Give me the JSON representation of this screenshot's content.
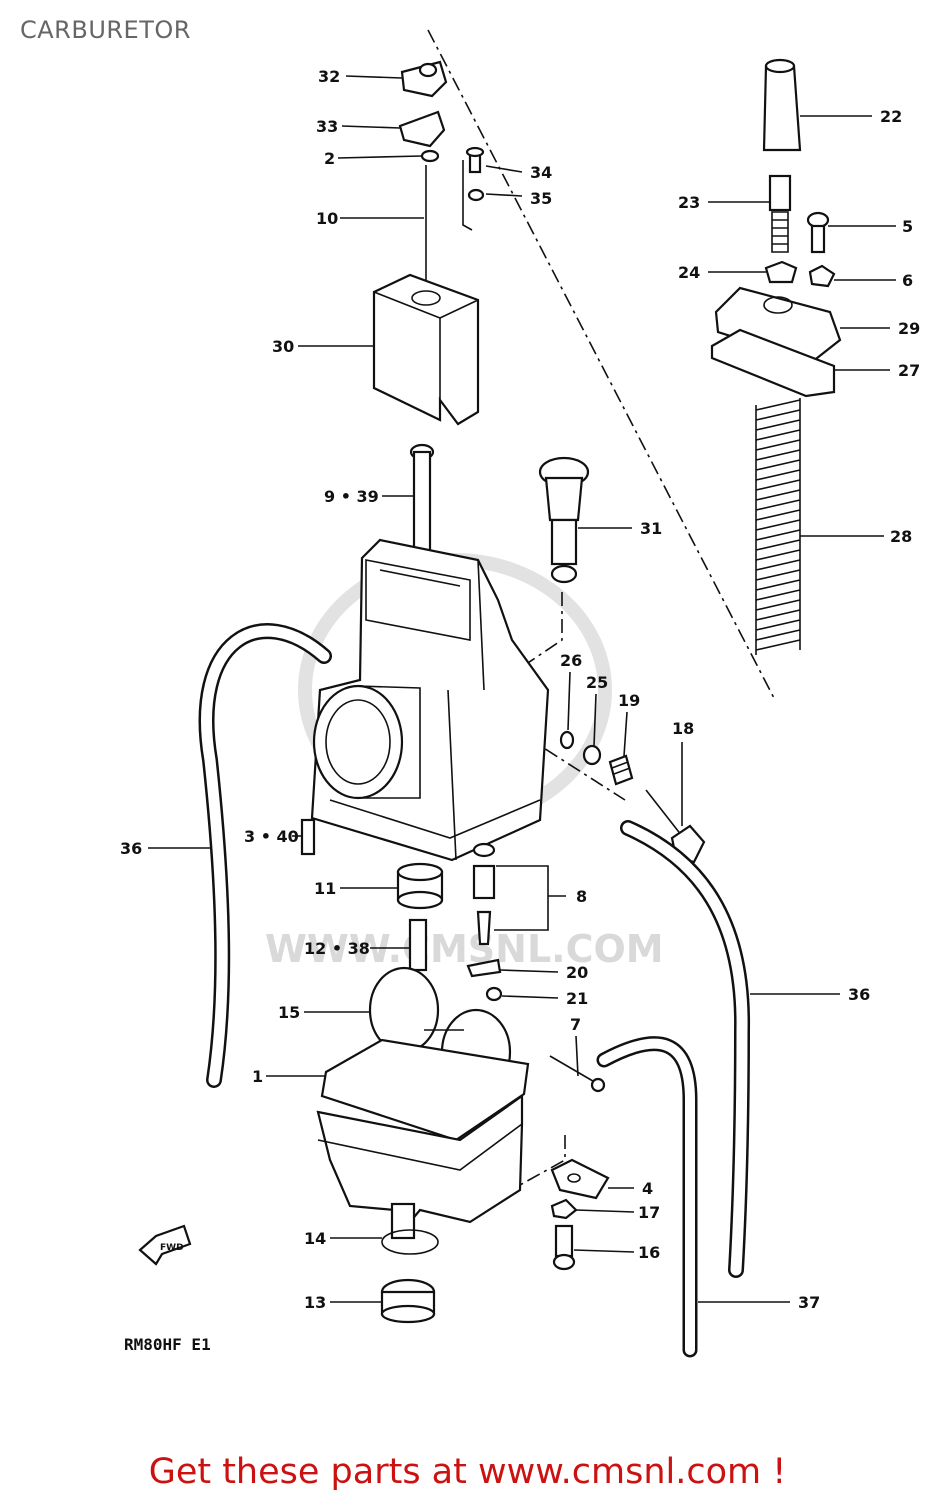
{
  "page_title": "CARBURETOR",
  "watermark": "WWW.CMSNL.COM",
  "model_code": "RM80HF E1",
  "front_arrow_label": "FWD",
  "promo_text": "Get these parts at www.cmsnl.com !",
  "labels": {
    "p1": "1",
    "p2": "2",
    "p3_40": "3 • 40",
    "p4": "4",
    "p5": "5",
    "p6": "6",
    "p7": "7",
    "p8": "8",
    "p9_39": "9 • 39",
    "p10": "10",
    "p11": "11",
    "p12_38": "12 • 38",
    "p13": "13",
    "p14": "14",
    "p15": "15",
    "p16": "16",
    "p17": "17",
    "p18": "18",
    "p19": "19",
    "p20": "20",
    "p21": "21",
    "p22": "22",
    "p23": "23",
    "p24": "24",
    "p25": "25",
    "p26": "26",
    "p27": "27",
    "p28": "28",
    "p29": "29",
    "p30": "30",
    "p31": "31",
    "p32": "32",
    "p33": "33",
    "p34": "34",
    "p35": "35",
    "p36a": "36",
    "p36b": "36",
    "p37": "37"
  }
}
